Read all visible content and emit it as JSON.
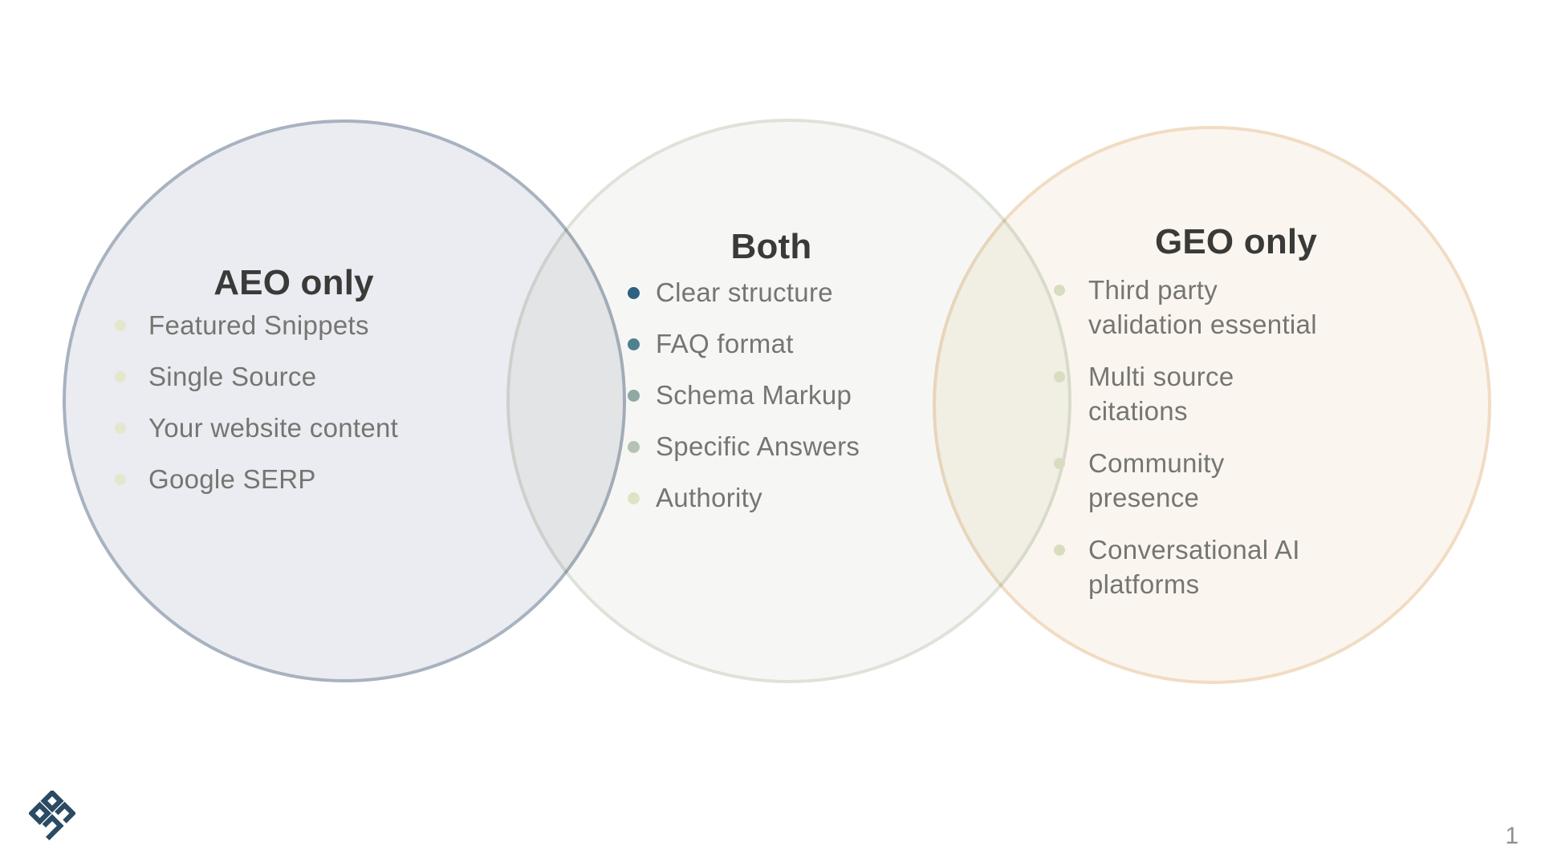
{
  "page": {
    "number": "1"
  },
  "logo": {
    "color": "#2b4a63"
  },
  "venn": {
    "left": {
      "title": "AEO only",
      "fill": "#ebecf1",
      "border": "#a8b2c0",
      "bullet_color": "#e4e7cb",
      "items": [
        {
          "text": "Featured Snippets"
        },
        {
          "text": "Single Source"
        },
        {
          "text": "Your website content"
        },
        {
          "text": "Google SERP"
        }
      ]
    },
    "middle": {
      "title": "Both",
      "fill": "#f6f7f4",
      "border": "#dde3d8",
      "items": [
        {
          "text": "Clear structure",
          "bullet_color": "#2e6080"
        },
        {
          "text": "FAQ format",
          "bullet_color": "#50808f"
        },
        {
          "text": "Schema Markup",
          "bullet_color": "#8fa8a1"
        },
        {
          "text": "Specific Answers",
          "bullet_color": "#b4c3b3"
        },
        {
          "text": "Authority",
          "bullet_color": "#dfe3c5"
        }
      ]
    },
    "right": {
      "title": "GEO only",
      "fill": "#faf6ef",
      "border": "#f1dcc3",
      "bullet_color": "#d9ddc0",
      "items": [
        {
          "lines": [
            "Third party",
            "validation essential"
          ]
        },
        {
          "lines": [
            "Multi source",
            "citations"
          ]
        },
        {
          "lines": [
            "Community",
            "presence"
          ]
        },
        {
          "lines": [
            "Conversational AI",
            "platforms"
          ]
        }
      ]
    }
  }
}
